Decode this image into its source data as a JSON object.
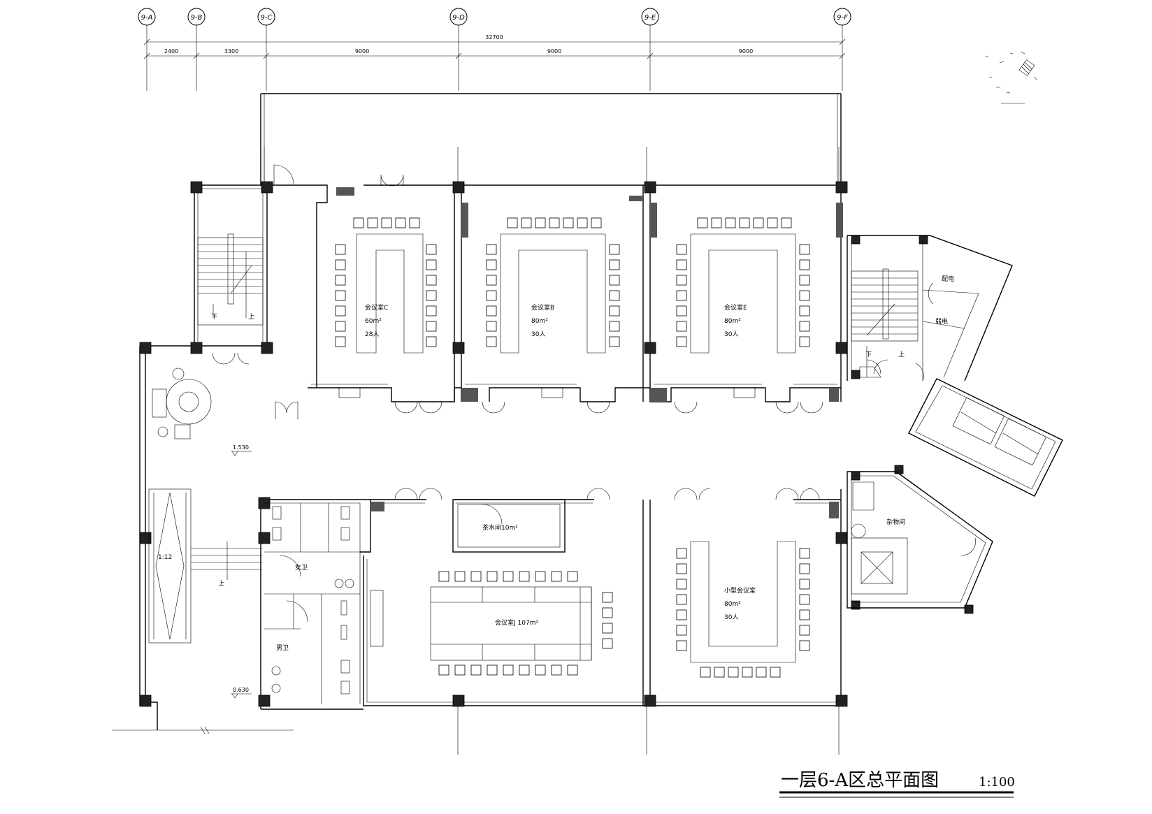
{
  "drawing": {
    "title": "一层6-A区总平面图",
    "scale": "1:100"
  },
  "axes": [
    "9-A",
    "9-B",
    "9-C",
    "9-D",
    "9-E",
    "9-F"
  ],
  "dimensions": {
    "total": "32700",
    "segments": [
      "2400",
      "3300",
      "9000",
      "9000",
      "9000"
    ]
  },
  "rooms": [
    {
      "lines": [
        "会议室C",
        "60m²",
        "28人"
      ]
    },
    {
      "lines": [
        "会议室B",
        "80m²",
        "30人"
      ]
    },
    {
      "lines": [
        "会议室E",
        "80m²",
        "30人"
      ]
    },
    {
      "lines": [
        "会议室J 107m²"
      ]
    },
    {
      "lines": [
        "小型会议室",
        "80m²",
        "30人"
      ]
    },
    {
      "lines": [
        "茶水间10m²"
      ]
    },
    {
      "lines": [
        "女卫"
      ]
    },
    {
      "lines": [
        "男卫"
      ]
    },
    {
      "lines": [
        "配电"
      ]
    },
    {
      "lines": [
        "弱电"
      ]
    },
    {
      "lines": [
        "杂物间"
      ]
    }
  ],
  "levels": [
    "1.530",
    "0.630"
  ],
  "stair_labels": [
    "下",
    "上",
    "下",
    "上"
  ],
  "ramp_label": "1:12",
  "colors": {
    "line": "#000000",
    "background": "#ffffff"
  }
}
